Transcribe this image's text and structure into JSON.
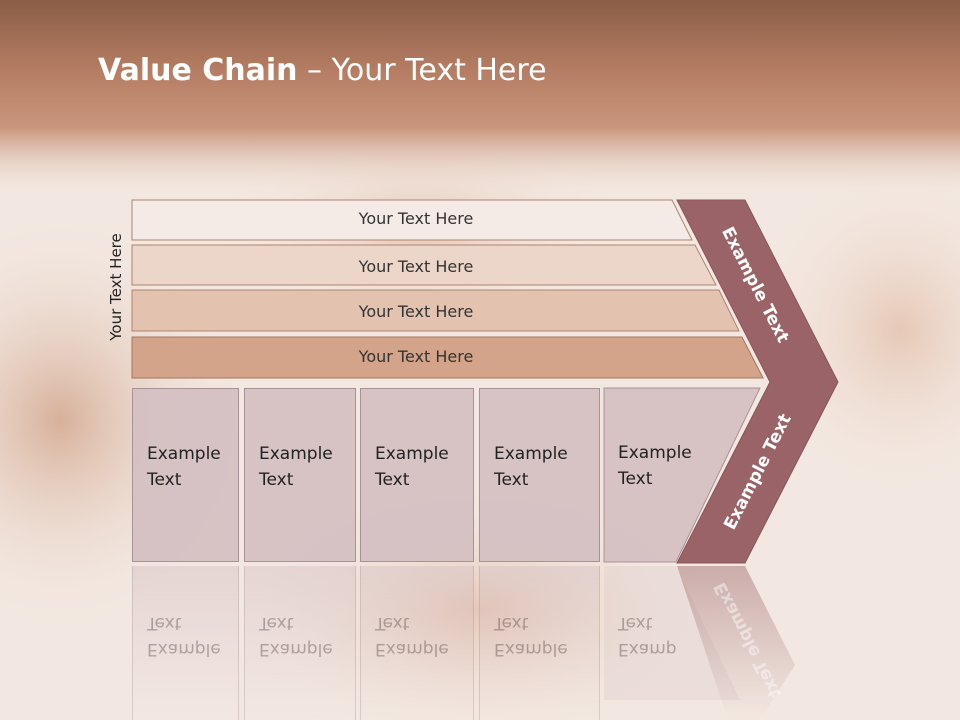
{
  "slide": {
    "title_bold": "Value Chain",
    "title_rest": " – Your Text Here",
    "side_label": "Your Text Here"
  },
  "support_bars": [
    {
      "label": "Your Text Here"
    },
    {
      "label": "Your Text Here"
    },
    {
      "label": "Your Text Here"
    },
    {
      "label": "Your Text Here"
    }
  ],
  "primary_activities": [
    {
      "line1": "Example",
      "line2": "Text"
    },
    {
      "line1": "Example",
      "line2": "Text"
    },
    {
      "line1": "Example",
      "line2": "Text"
    },
    {
      "line1": "Example",
      "line2": "Text"
    },
    {
      "line1": "Example",
      "line2": "Text"
    }
  ],
  "margin_chevron": {
    "upper_label": "Example Text",
    "lower_label": "Example Text"
  },
  "colors": {
    "header_band": "#a56f55",
    "chevron": "#9a6367",
    "bar_1": "#f4ebe7",
    "bar_2": "#ecd6ca",
    "bar_3": "#e3c3b0",
    "bar_4": "#d4a48a",
    "box_fill": "#d4bec2"
  }
}
